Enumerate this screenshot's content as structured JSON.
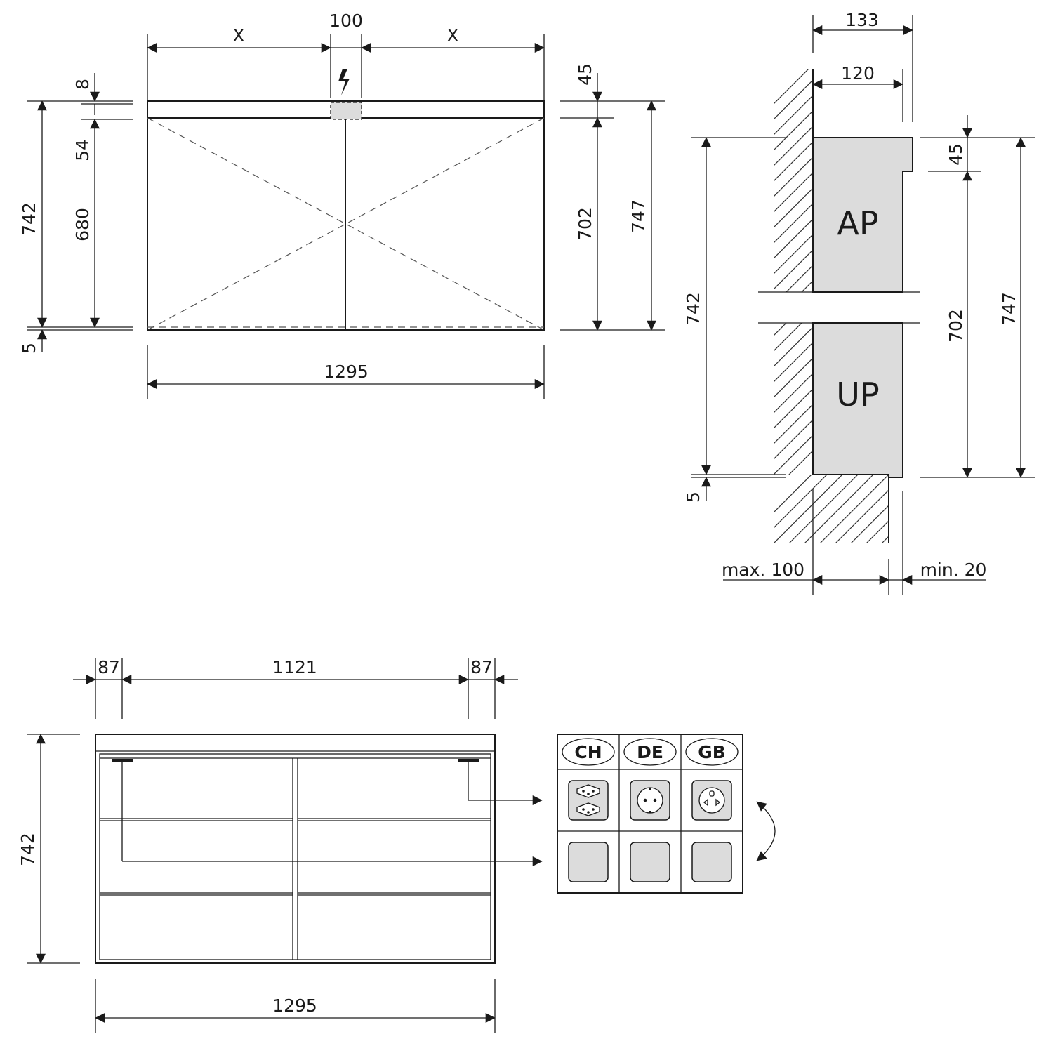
{
  "front_view": {
    "dim_x_left": "X",
    "dim_gap": "100",
    "dim_x_right": "X",
    "dim_top": "8",
    "dim_54": "54",
    "dim_680": "680",
    "dim_742": "742",
    "dim_5": "5",
    "dim_45": "45",
    "dim_702": "702",
    "dim_747": "747",
    "dim_width": "1295"
  },
  "side_view": {
    "dim_133": "133",
    "dim_120": "120",
    "dim_742": "742",
    "dim_5": "5",
    "dim_45": "45",
    "dim_702": "702",
    "dim_747": "747",
    "label_ap": "AP",
    "label_up": "UP",
    "max_label": "max. 100",
    "min_label": "min. 20"
  },
  "interior_view": {
    "dim_87_left": "87",
    "dim_1121": "1121",
    "dim_87_right": "87",
    "dim_742": "742",
    "dim_width": "1295"
  },
  "sockets": {
    "countries": [
      "CH",
      "DE",
      "GB"
    ]
  },
  "colors": {
    "line": "#1a1a1a",
    "panel_fill": "#dcdcdc",
    "background": "#ffffff"
  }
}
